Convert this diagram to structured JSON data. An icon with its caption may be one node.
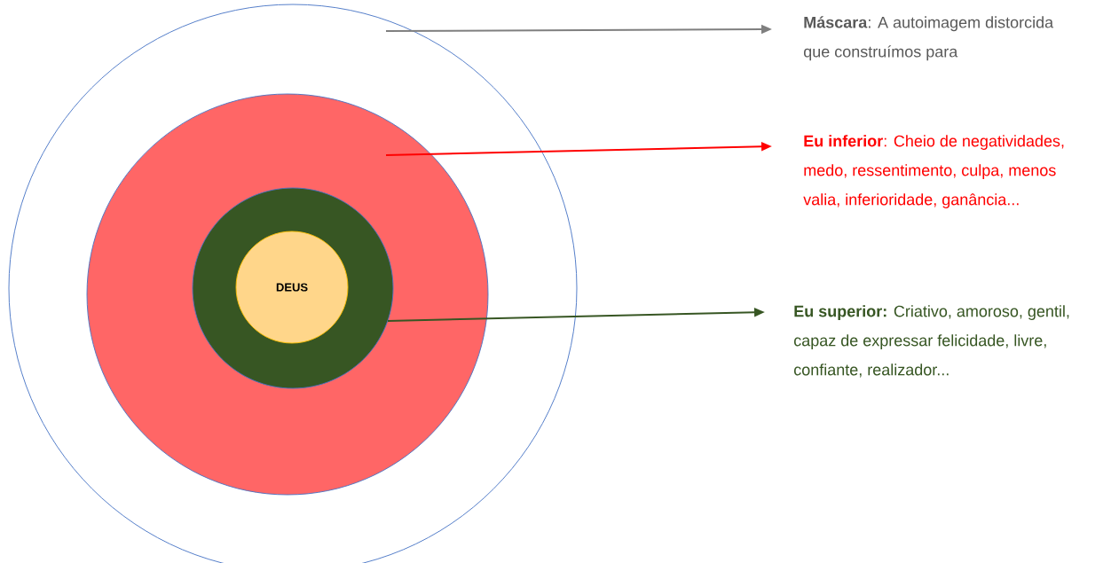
{
  "diagram": {
    "nodes": [
      {
        "text": [],
        "shape": "circle"
      },
      {
        "text": [],
        "shape": "circle",
        "in": 0
      },
      {
        "text": [],
        "shape": "circle",
        "in": 1
      },
      {
        "text": [
          "DEUS"
        ],
        "in": 2
      },
      {
        "text": [
          "**Máscara**: A autoimagem distorcida que construímos para"
        ]
      },
      {
        "text": [
          "**Eu inferior**: Cheio de negatividades, medo, ressentimento, culpa, menos valia, inferioridade, ganância..."
        ]
      },
      {
        "text": [
          "**Eu superior:** Criativo, amoroso, gentil, capaz de expressar felicidade, livre, confiante, realizador..."
        ]
      }
    ],
    "edges": [
      {
        "from": 0,
        "to": 4,
        "arrow": "to",
        "color": "#7f7f7f"
      },
      {
        "from": 1,
        "to": 5,
        "arrow": "to",
        "color": "#ff0000"
      },
      {
        "from": 2,
        "to": 6,
        "arrow": "to",
        "color": "#375623"
      }
    ]
  }
}
